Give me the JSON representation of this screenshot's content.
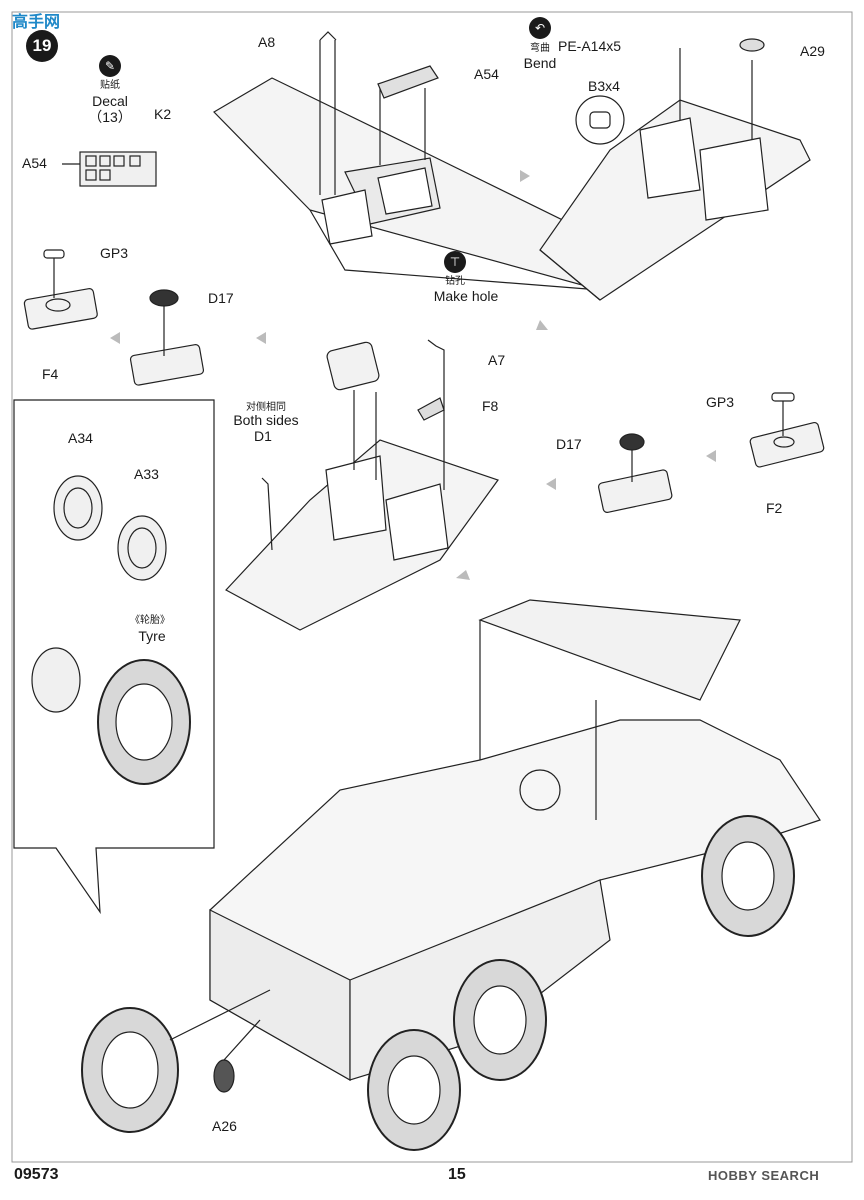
{
  "header": {
    "step_number": "19",
    "watermark_site": "高手网"
  },
  "callouts": {
    "decal_cn": "贴纸",
    "decal_en": "Decal",
    "decal_num": "（13）",
    "a54_left": "A54",
    "k2": "K2",
    "a8": "A8",
    "a54_top": "A54",
    "bend_cn": "弯曲",
    "bend_en": "Bend",
    "pe_a14": "PE-A14x5",
    "a29": "A29",
    "b3x4": "B3x4",
    "hole_cn": "钻孔",
    "hole_en": "Make hole",
    "gp3_left": "GP3",
    "d17_left": "D17",
    "f4": "F4",
    "a7": "A7",
    "f8": "F8",
    "both_cn": "对侧相同",
    "both_en": "Both sides",
    "d1": "D1",
    "gp3_right": "GP3",
    "d17_right": "D17",
    "f2": "F2",
    "a34": "A34",
    "a33": "A33",
    "tyre_cn": "《轮胎》",
    "tyre_en": "Tyre",
    "a26": "A26"
  },
  "footer": {
    "code": "09573",
    "page": "15",
    "watermark": "HOBBY SEARCH"
  },
  "icons": [
    "decal-icon",
    "bend-icon",
    "drill-icon"
  ]
}
